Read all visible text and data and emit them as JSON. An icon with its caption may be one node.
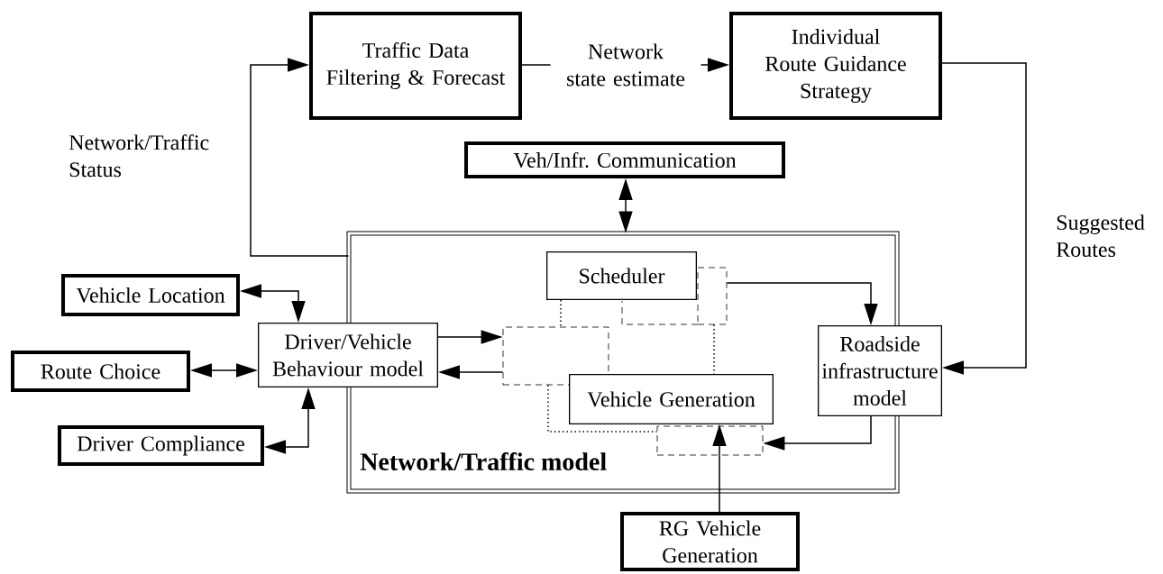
{
  "diagram": {
    "nodes": [
      {
        "text": [
          "Traffic Data Filtering & Forecast"
        ]
      },
      {
        "text": [
          "Individual Route Guidance Strategy"
        ]
      },
      {
        "text": [
          "Veh/Infr. Communication"
        ]
      },
      {
        "text": [
          "Network/Traffic model"
        ]
      },
      {
        "text": [
          "Scheduler"
        ],
        "in": 3
      },
      {
        "text": [
          "Driver/Vehicle Behaviour model"
        ]
      },
      {
        "text": [
          "Vehicle Generation"
        ],
        "in": 3
      },
      {
        "text": [
          "Roadside infrastructure model"
        ]
      },
      {
        "text": [
          "Vehicle Location"
        ]
      },
      {
        "text": [
          "Route Choice"
        ]
      },
      {
        "text": [
          "Driver Compliance"
        ]
      },
      {
        "text": [
          "RG Vehicle Generation"
        ]
      },
      {
        "text": [],
        "shape": "box",
        "in": 3
      },
      {
        "text": [],
        "shape": "box",
        "in": 3
      },
      {
        "text": [],
        "shape": "box",
        "in": 3
      }
    ],
    "edges": [
      {
        "from": 3,
        "to": 0,
        "arrow": "to",
        "label": "Network/Traffic Status"
      },
      {
        "from": 0,
        "to": 1,
        "arrow": "to",
        "label": "Network state estimate"
      },
      {
        "from": 1,
        "to": 7,
        "arrow": "to",
        "label": "Suggested Routes"
      },
      {
        "from": 2,
        "to": 3,
        "arrow": "both"
      },
      {
        "from": 8,
        "to": 5,
        "arrow": "both"
      },
      {
        "from": 9,
        "to": 5,
        "arrow": "both"
      },
      {
        "from": 10,
        "to": 5,
        "arrow": "both"
      },
      {
        "from": 5,
        "to": 13,
        "arrow": "to"
      },
      {
        "from": 13,
        "to": 5,
        "arrow": "to"
      },
      {
        "from": 12,
        "to": 7,
        "arrow": "to"
      },
      {
        "from": 7,
        "to": 14,
        "arrow": "to"
      },
      {
        "from": 11,
        "to": 6,
        "arrow": "to"
      },
      {
        "from": 4,
        "to": 13,
        "arrow": "none",
        "style": "dashed"
      },
      {
        "from": 12,
        "to": 6,
        "arrow": "none",
        "style": "dashed"
      },
      {
        "from": 13,
        "to": 14,
        "arrow": "none",
        "style": "dashed"
      }
    ]
  }
}
